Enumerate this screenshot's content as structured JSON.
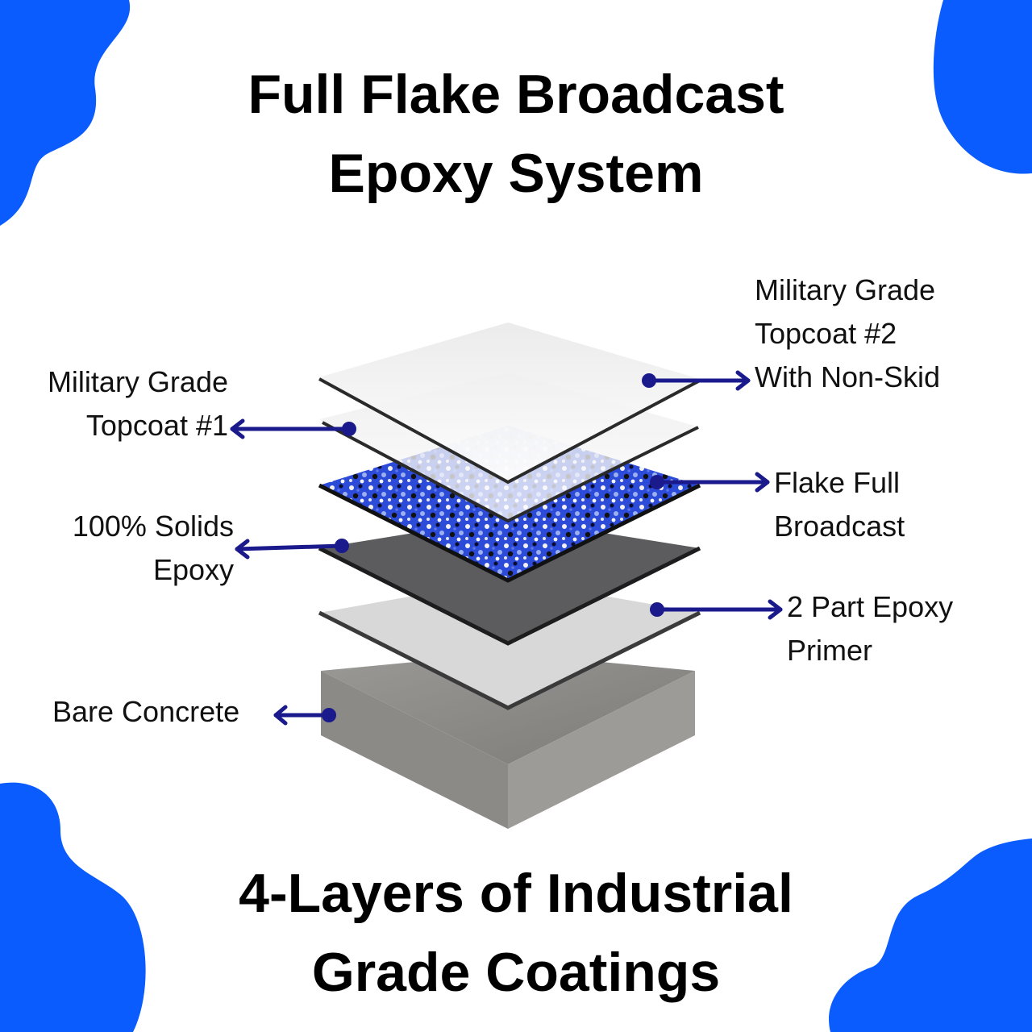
{
  "colors": {
    "accent_blob": "#0a5cff",
    "arrow": "#1a1a8c",
    "concrete": "#8e8d8a",
    "primer": "#d6d6d6",
    "solids_epoxy": "#5a5a5c",
    "flake_blue": "#2b4bd8",
    "topcoat": "#f1f1f1"
  },
  "title": {
    "line1": "Full Flake Broadcast",
    "line2": "Epoxy System"
  },
  "subtitle": {
    "line1": "4-Layers of Industrial",
    "line2": "Grade Coatings"
  },
  "layers": {
    "topcoat2": {
      "line1": "Military Grade",
      "line2": "Topcoat #2",
      "line3": "With Non-Skid"
    },
    "topcoat1": {
      "line1": "Military Grade",
      "line2": "Topcoat #1"
    },
    "flake": {
      "line1": "Flake Full",
      "line2": "Broadcast"
    },
    "solids": {
      "line1": "100% Solids",
      "line2": "Epoxy"
    },
    "primer": {
      "line1": "2 Part Epoxy",
      "line2": "Primer"
    },
    "concrete": {
      "line1": "Bare Concrete"
    }
  }
}
